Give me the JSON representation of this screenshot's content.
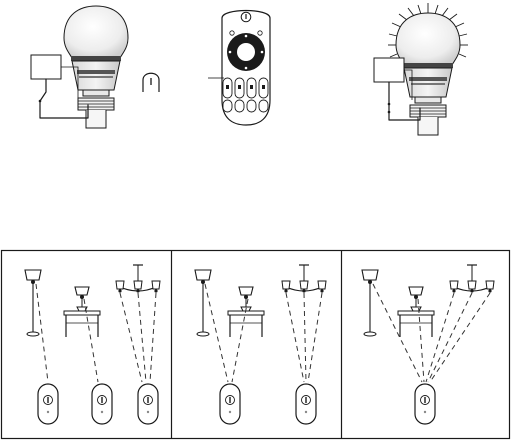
{
  "top_row": {
    "bulb_left": "bulb-off-with-wall-switch",
    "paddle": "remote-paddle-button",
    "remote": "rf-remote-control",
    "bulb_right": "bulb-on-with-wall-switch"
  },
  "remote_label": "",
  "panels": [
    {
      "name": "one-remote-per-light",
      "remote_count": 3,
      "links": "single"
    },
    {
      "name": "remotes-grouped-links",
      "remote_count": 2,
      "links": "grouped"
    },
    {
      "name": "one-remote-all-lights",
      "remote_count": 1,
      "links": "all"
    }
  ],
  "colors": {
    "ink": "#1a1a1a",
    "glass": "#e6e6e6",
    "band": "#555555"
  }
}
